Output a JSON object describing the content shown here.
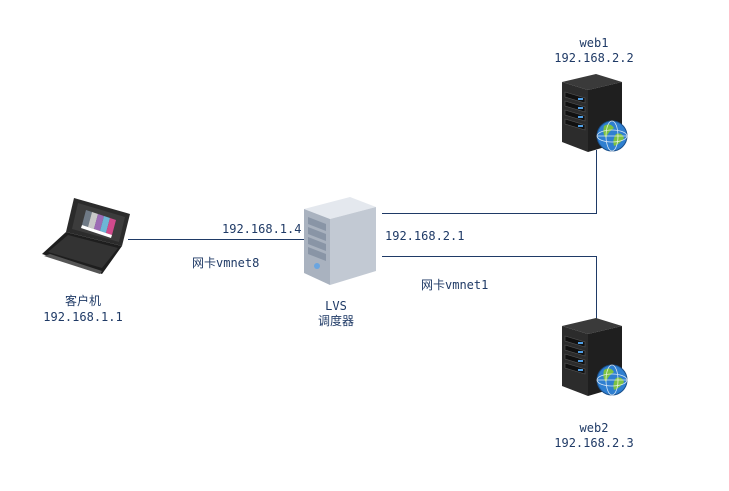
{
  "client": {
    "name": "客户机",
    "ip": "192.168.1.1",
    "icon": "laptop-icon"
  },
  "lvs": {
    "name": "LVS",
    "role": "调度器",
    "ip_left": "192.168.1.4",
    "ip_right": "192.168.2.1",
    "icon": "server-tower-icon"
  },
  "web1": {
    "name": "web1",
    "ip": "192.168.2.2",
    "icon": "rack-server-globe-icon"
  },
  "web2": {
    "name": "web2",
    "ip": "192.168.2.3",
    "icon": "rack-server-globe-icon"
  },
  "links": {
    "left_nic": "网卡vmnet8",
    "right_nic": "网卡vmnet1"
  },
  "colors": {
    "line": "#1f3a66",
    "text": "#1f3a66"
  }
}
